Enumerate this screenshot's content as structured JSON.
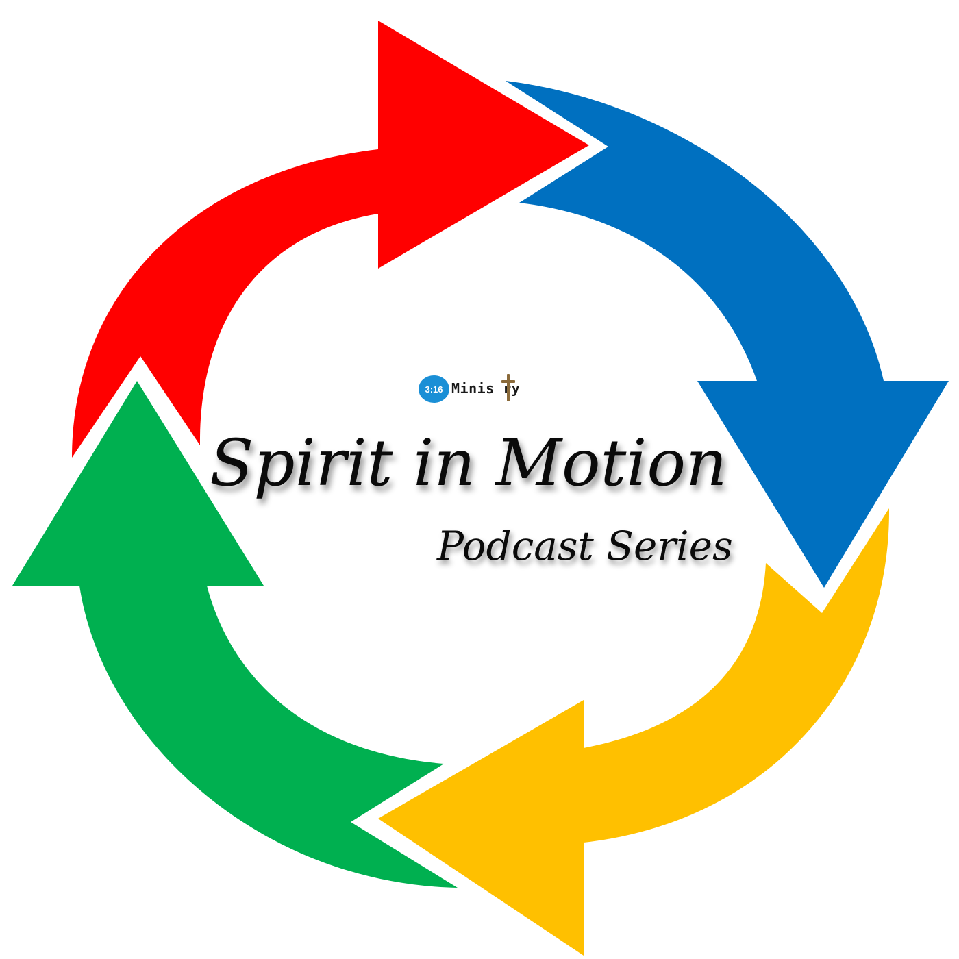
{
  "logo": {
    "badge_text": "3:16",
    "word": "Minis ry",
    "badge_color": "#1a8fd6",
    "cross_color": "#8a6a3a"
  },
  "title": "Spirit in Motion",
  "subtitle": "Podcast Series",
  "arrows": [
    {
      "name": "red-arrow",
      "color": "#ff0000"
    },
    {
      "name": "blue-arrow",
      "color": "#0070c0"
    },
    {
      "name": "yellow-arrow",
      "color": "#ffc000"
    },
    {
      "name": "green-arrow",
      "color": "#00b050"
    }
  ]
}
